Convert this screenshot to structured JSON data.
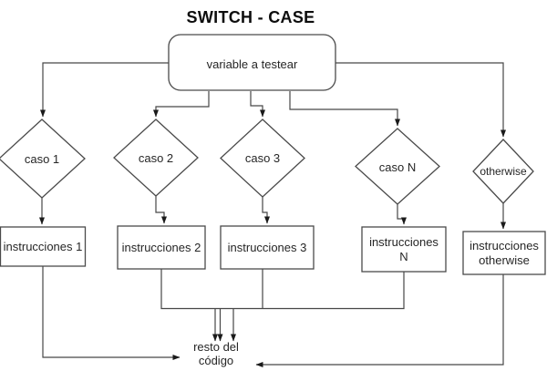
{
  "diagram": {
    "title": "SWITCH - CASE",
    "start": {
      "label": "variable a testear"
    },
    "cases": [
      {
        "condition": "caso 1",
        "action": "instrucciones 1"
      },
      {
        "condition": "caso 2",
        "action": "instrucciones 2"
      },
      {
        "condition": "caso 3",
        "action": "instrucciones 3"
      },
      {
        "condition": "caso N",
        "action": "instrucciones N"
      },
      {
        "condition": "otherwise",
        "action": "instrucciones otherwise"
      }
    ],
    "end": {
      "label": "resto del código"
    }
  },
  "colors": {
    "background": "#ffffff",
    "line_stroke": "#474747",
    "shape_stroke": "#4a4a4a",
    "text": "#262626"
  }
}
